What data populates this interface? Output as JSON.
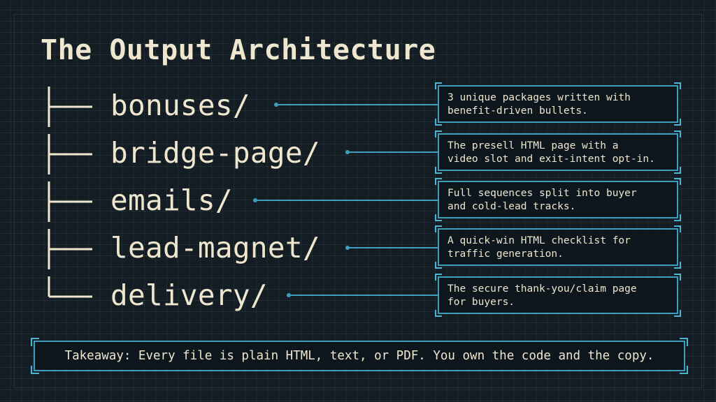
{
  "title": "The Output Architecture",
  "tree": [
    {
      "folder": "bonuses/",
      "glyph": "branch",
      "desc_lines": [
        "3 unique packages written with",
        "benefit-driven bullets."
      ]
    },
    {
      "folder": "bridge-page/",
      "glyph": "branch",
      "desc_lines": [
        "The presell HTML page with a",
        "video slot and exit-intent opt-in."
      ]
    },
    {
      "folder": "emails/",
      "glyph": "branch",
      "desc_lines": [
        "Full sequences split into buyer",
        "and cold-lead tracks."
      ]
    },
    {
      "folder": "lead-magnet/",
      "glyph": "branch",
      "desc_lines": [
        "A quick-win HTML checklist for",
        "traffic generation."
      ]
    },
    {
      "folder": "delivery/",
      "glyph": "last",
      "desc_lines": [
        "The secure thank-you/claim page",
        "for buyers."
      ]
    }
  ],
  "takeaway": "Takeaway: Every file is plain HTML, text, or PDF. You own the code and the copy.",
  "colors": {
    "background": "#141d23",
    "text": "#efe6cf",
    "accent": "#3e9ebd"
  }
}
